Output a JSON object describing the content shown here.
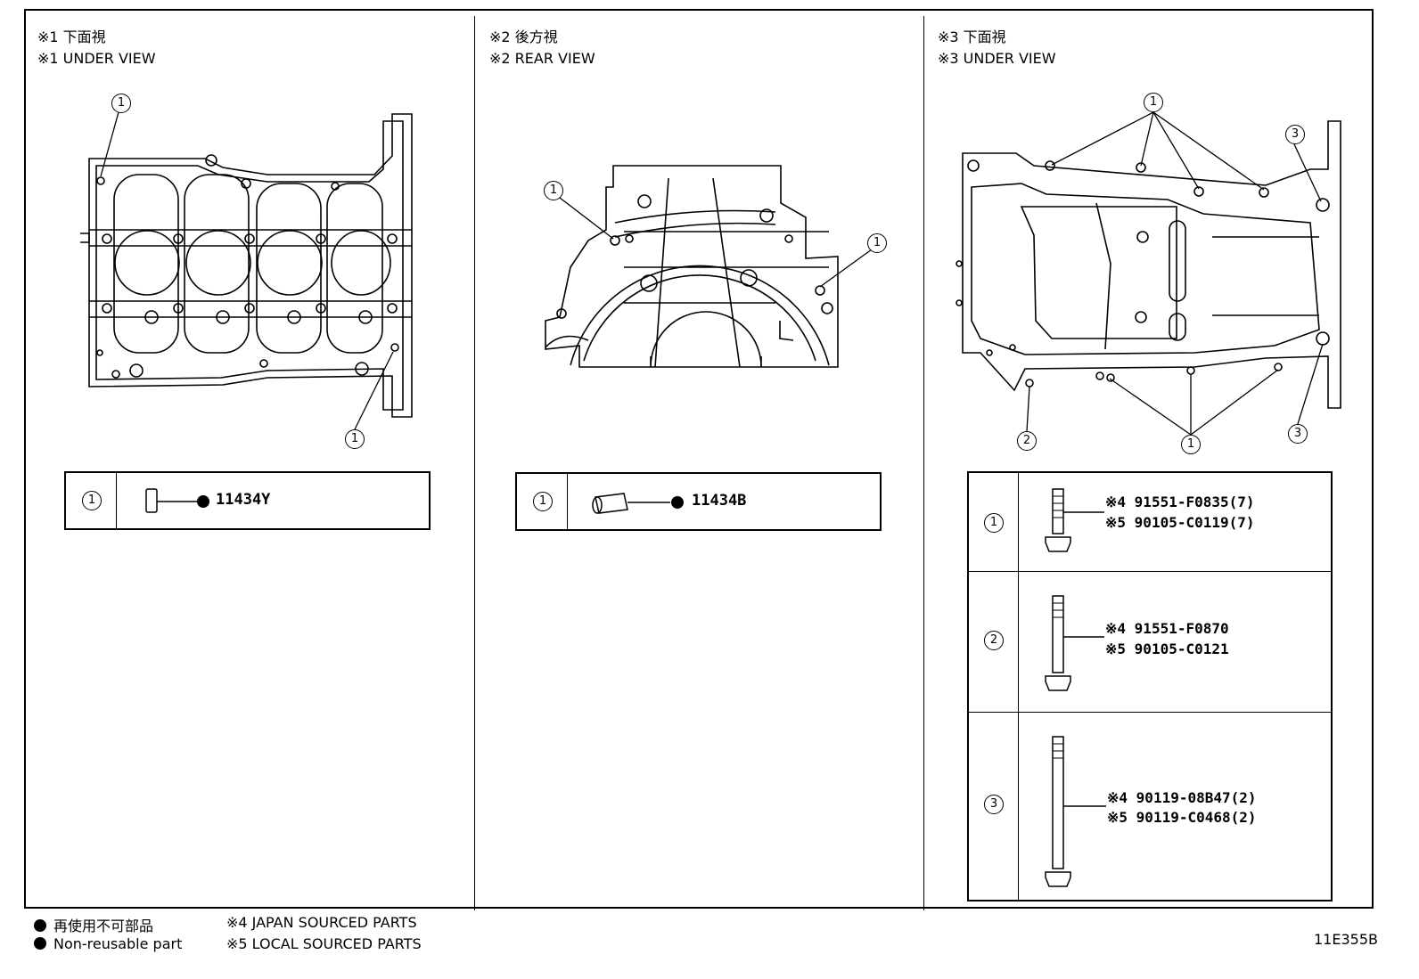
{
  "panels": [
    {
      "header_jp": "※1 下面視",
      "header_en": "※1 UNDER VIEW"
    },
    {
      "header_jp": "※2 後方視",
      "header_en": "※2 REAR VIEW"
    },
    {
      "header_jp": "※3 下面視",
      "header_en": "※3 UNDER VIEW"
    }
  ],
  "callout_nums": {
    "one": "1",
    "two": "2",
    "three": "3"
  },
  "panel1_table": {
    "index": "1",
    "part_number": "11434Y"
  },
  "panel2_table": {
    "index": "1",
    "part_number": "11434B"
  },
  "panel3_table": [
    {
      "index": "1",
      "line1": "※4 91551-F0835(7)",
      "line2": "※5 90105-C0119(7)"
    },
    {
      "index": "2",
      "line1": "※4 91551-F0870",
      "line2": "※5 90105-C0121"
    },
    {
      "index": "3",
      "line1": "※4 90119-08B47(2)",
      "line2": "※5 90119-C0468(2)"
    }
  ],
  "legend": {
    "nonreusable_jp": "再使用不可部品",
    "nonreusable_en": "Non-reusable part",
    "note4": "※4 JAPAN SOURCED PARTS",
    "note5": "※5 LOCAL SOURCED PARTS"
  },
  "figure_id": "11E355B"
}
